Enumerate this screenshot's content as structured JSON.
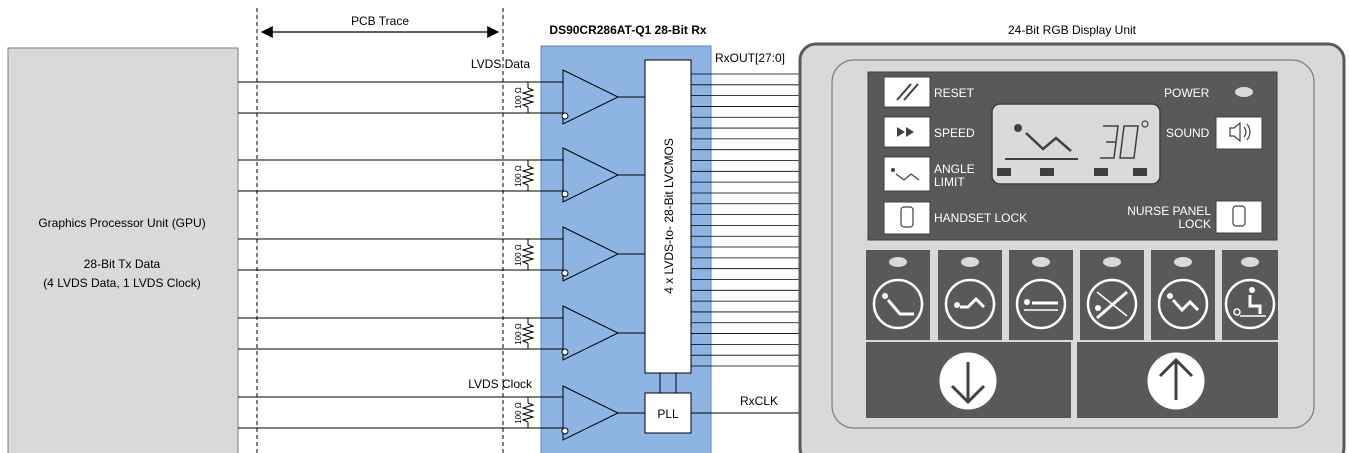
{
  "gpu": {
    "title": "Graphics Processor Unit (GPU)",
    "line1": "28-Bit Tx Data",
    "line2": "(4 LVDS Data, 1 LVDS Clock)"
  },
  "pcb": {
    "label": "PCB Trace"
  },
  "rx": {
    "title": "DS90CR286AT-Q1 28-Bit Rx",
    "converter": "4 x LVDS-to- 28-Bit LVCMOS",
    "pll": "PLL",
    "data_label": "LVDS Data",
    "clock_label": "LVDS Clock",
    "resistor": "100 Ω",
    "output_label": "RxOUT[27:0]",
    "clk_label": "RxCLK"
  },
  "display": {
    "title": "24-Bit RGB Display Unit",
    "reset": "RESET",
    "speed": "SPEED",
    "angle_1": "ANGLE",
    "angle_2": "LIMIT",
    "handset_lock": "HANDSET LOCK",
    "power": "POWER",
    "sound": "SOUND",
    "nurse_1": "NURSE PANEL",
    "nurse_2": "LOCK"
  },
  "colors": {
    "receiver": "#8DB4E2",
    "gpu": "#D9D9D9",
    "panel": "#595959",
    "display_bg": "#D9D9D9"
  }
}
